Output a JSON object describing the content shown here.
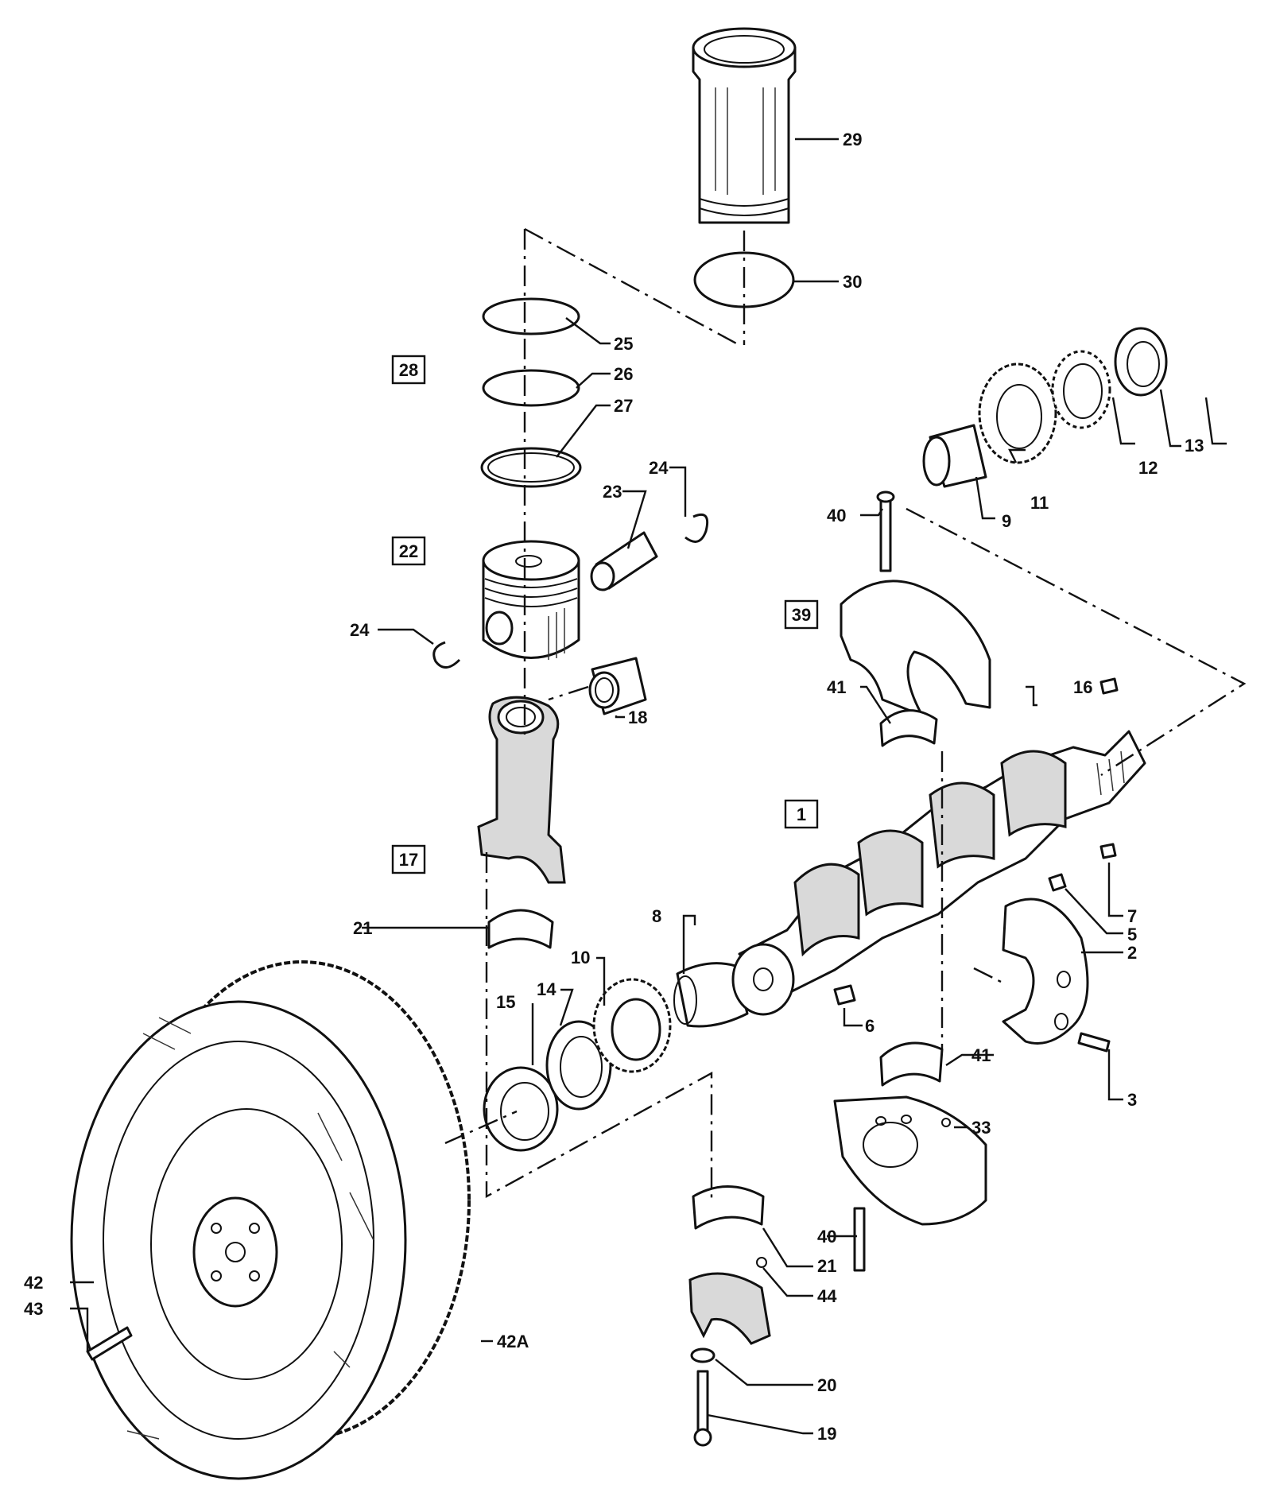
{
  "callouts": {
    "c1": "1",
    "c2": "2",
    "c3": "3",
    "c5": "5",
    "c6": "6",
    "c7": "7",
    "c8": "8",
    "c9": "9",
    "c10": "10",
    "c11": "11",
    "c12": "12",
    "c13": "13",
    "c14": "14",
    "c15": "15",
    "c16": "16",
    "c17": "17",
    "c18": "18",
    "c19": "19",
    "c20": "20",
    "c21a": "21",
    "c21b": "21",
    "c22": "22",
    "c23": "23",
    "c24a": "24",
    "c24b": "24",
    "c25": "25",
    "c26": "26",
    "c27": "27",
    "c28": "28",
    "c29": "29",
    "c30": "30",
    "c33": "33",
    "c39": "39",
    "c40a": "40",
    "c40b": "40",
    "c41a": "41",
    "c41b": "41",
    "c42": "42",
    "c42A": "42A",
    "c43": "43",
    "c44": "44"
  }
}
